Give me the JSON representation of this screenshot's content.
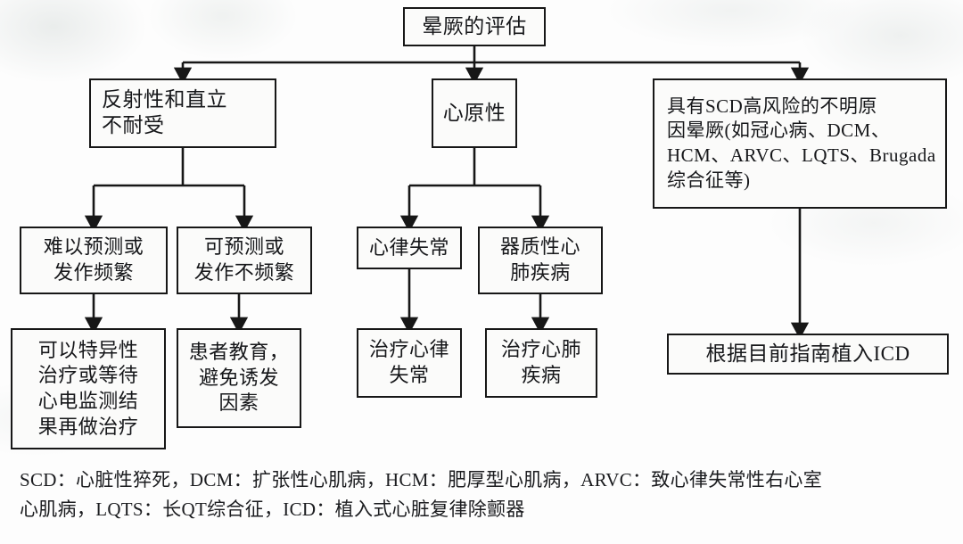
{
  "diagram": {
    "title_node": {
      "label": "晕厥的评估"
    },
    "level2": [
      {
        "id": "reflex",
        "label": "反射性和直立\n不耐受"
      },
      {
        "id": "cardiac",
        "label": "心原性"
      },
      {
        "id": "scd",
        "label": "具有SCD高风险的不明原\n因晕厥(如冠心病、DCM、\nHCM、ARVC、LQTS、Brugada\n综合征等)"
      }
    ],
    "level3": [
      {
        "id": "unpredictable",
        "label": "难以预测或\n发作频繁"
      },
      {
        "id": "predictable",
        "label": "可预测或\n发作不频繁"
      },
      {
        "id": "arrhythmia",
        "label": "心律失常"
      },
      {
        "id": "structural",
        "label": "器质性心\n肺疾病"
      }
    ],
    "level4": [
      {
        "id": "specific-therapy",
        "label": "可以特异性\n治疗或等待\n心电监测结\n果再做治疗"
      },
      {
        "id": "patient-education",
        "label": "患者教育，\n避免诱发\n因素"
      },
      {
        "id": "treat-arrhythmia",
        "label": "治疗心律\n失常"
      },
      {
        "id": "treat-structural",
        "label": "治疗心肺\n疾病"
      },
      {
        "id": "implant-icd",
        "label": "根据目前指南植入ICD"
      }
    ],
    "legend": {
      "line1": "SCD：心脏性猝死，DCM：扩张性心肌病，HCM：肥厚型心肌病，ARVC：致心律失常性右心室",
      "line2": "心肌病，LQTS：长QT综合征，ICD：植入式心脏复律除颤器"
    },
    "colors": {
      "stroke": "#171717",
      "box_fill": "#fbfbfa",
      "text": "#16171a",
      "background": "#fdfdfd"
    }
  }
}
